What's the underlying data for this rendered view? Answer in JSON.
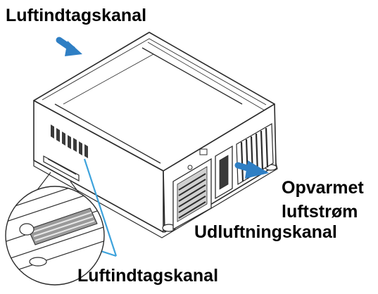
{
  "labels": {
    "intake_top": "Luftindtagskanal",
    "intake_bottom": "Luftindtagskanal",
    "warm_line1": "Opvarmet",
    "warm_line2": "luftstrøm",
    "exhaust": "Udluftningskanal"
  },
  "colors": {
    "arrow_blue": "#2f7fc4",
    "callout_blue": "#3ea3dc",
    "outline": "#2b2b2b",
    "vent_fill": "#3a3a3a"
  },
  "icons": {
    "intake_arrow": "arrow-down-right-icon",
    "exhaust_arrow": "arrow-right-icon"
  }
}
